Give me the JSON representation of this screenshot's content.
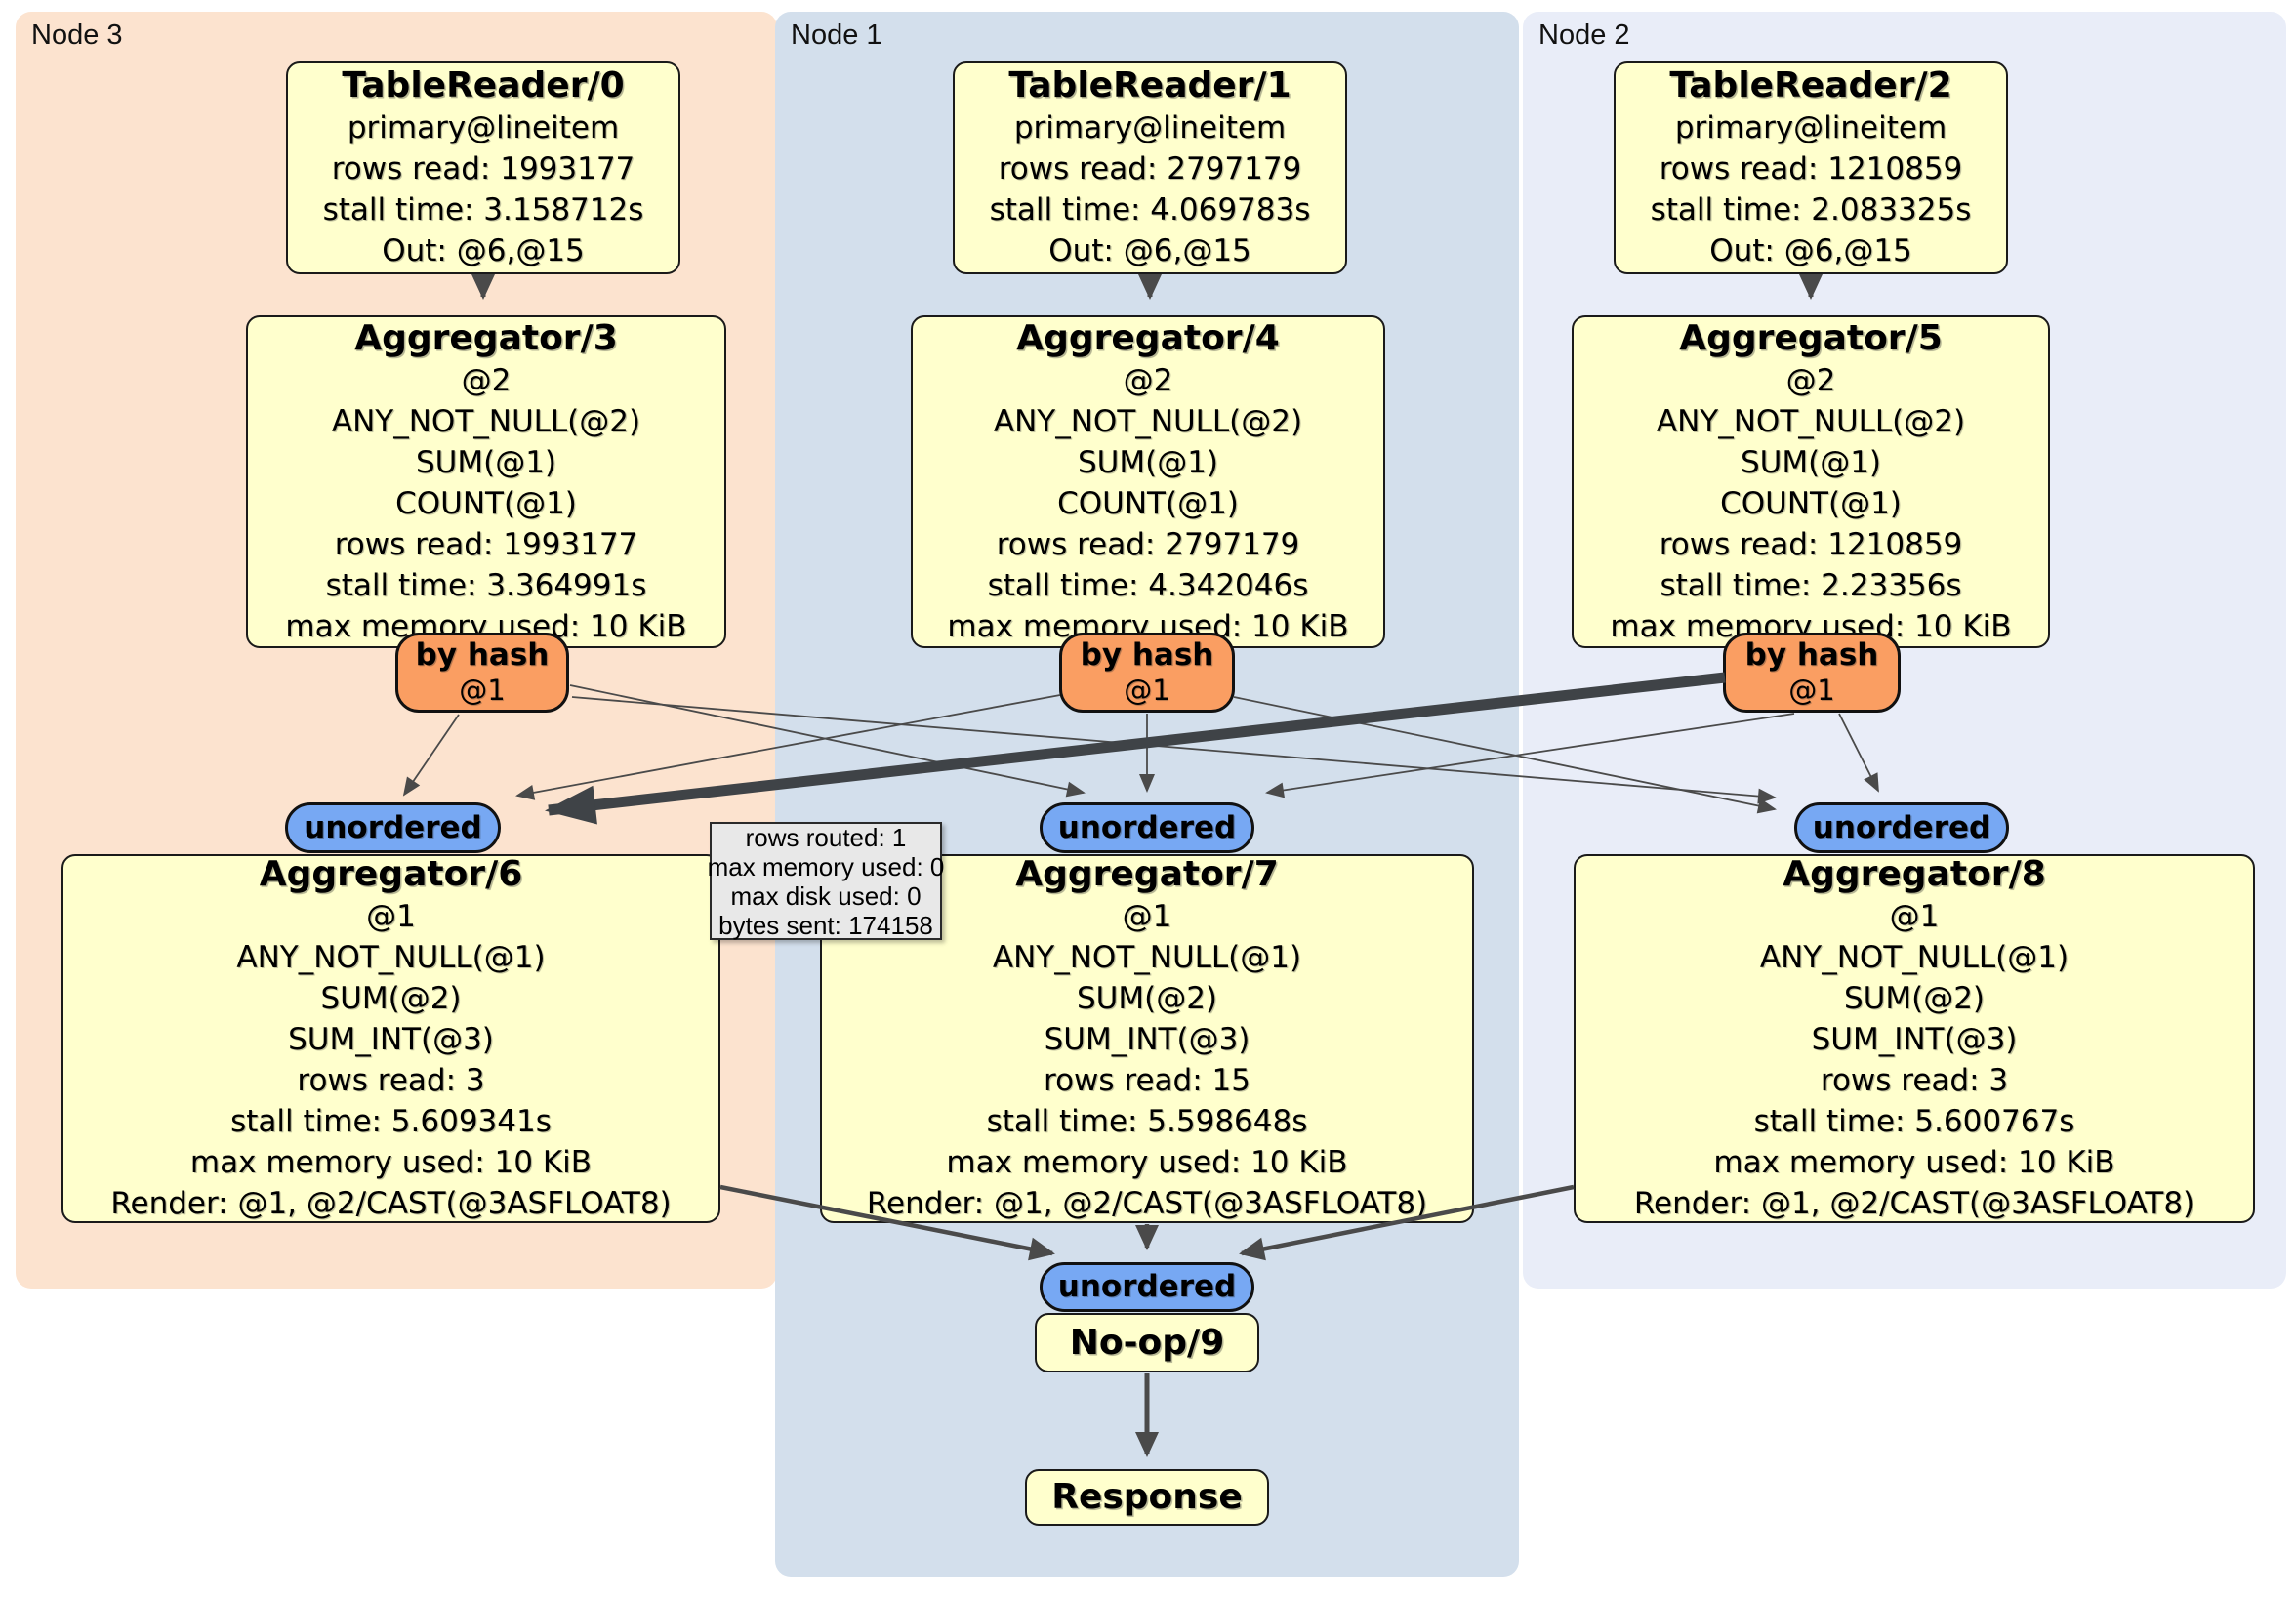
{
  "panels": [
    {
      "id": "node3",
      "label": "Node 3"
    },
    {
      "id": "node1",
      "label": "Node 1"
    },
    {
      "id": "node2",
      "label": "Node 2"
    }
  ],
  "processors": {
    "tr0": {
      "title": "TableReader/0",
      "lines": [
        "primary@lineitem",
        "rows read: 1993177",
        "stall time: 3.158712s",
        "Out: @6,@15"
      ]
    },
    "tr1": {
      "title": "TableReader/1",
      "lines": [
        "primary@lineitem",
        "rows read: 2797179",
        "stall time: 4.069783s",
        "Out: @6,@15"
      ]
    },
    "tr2": {
      "title": "TableReader/2",
      "lines": [
        "primary@lineitem",
        "rows read: 1210859",
        "stall time: 2.083325s",
        "Out: @6,@15"
      ]
    },
    "agg3": {
      "title": "Aggregator/3",
      "lines": [
        "@2",
        "ANY_NOT_NULL(@2)",
        "SUM(@1)",
        "COUNT(@1)",
        "rows read: 1993177",
        "stall time: 3.364991s",
        "max memory used: 10 KiB"
      ]
    },
    "agg4": {
      "title": "Aggregator/4",
      "lines": [
        "@2",
        "ANY_NOT_NULL(@2)",
        "SUM(@1)",
        "COUNT(@1)",
        "rows read: 2797179",
        "stall time: 4.342046s",
        "max memory used: 10 KiB"
      ]
    },
    "agg5": {
      "title": "Aggregator/5",
      "lines": [
        "@2",
        "ANY_NOT_NULL(@2)",
        "SUM(@1)",
        "COUNT(@1)",
        "rows read: 1210859",
        "stall time: 2.23356s",
        "max memory used: 10 KiB"
      ]
    },
    "agg6": {
      "title": "Aggregator/6",
      "lines": [
        "@1",
        "ANY_NOT_NULL(@1)",
        "SUM(@2)",
        "SUM_INT(@3)",
        "rows read: 3",
        "stall time: 5.609341s",
        "max memory used: 10 KiB",
        "Render: @1, @2/CAST(@3ASFLOAT8)"
      ]
    },
    "agg7": {
      "title": "Aggregator/7",
      "lines": [
        "@1",
        "ANY_NOT_NULL(@1)",
        "SUM(@2)",
        "SUM_INT(@3)",
        "rows read: 15",
        "stall time: 5.598648s",
        "max memory used: 10 KiB",
        "Render: @1, @2/CAST(@3ASFLOAT8)"
      ]
    },
    "agg8": {
      "title": "Aggregator/8",
      "lines": [
        "@1",
        "ANY_NOT_NULL(@1)",
        "SUM(@2)",
        "SUM_INT(@3)",
        "rows read: 3",
        "stall time: 5.600767s",
        "max memory used: 10 KiB",
        "Render: @1, @2/CAST(@3ASFLOAT8)"
      ]
    },
    "noop": {
      "title": "No-op/9"
    },
    "response": {
      "title": "Response"
    }
  },
  "routers": {
    "by_hash_label": "by hash",
    "by_hash_detail": "@1",
    "unordered_label": "unordered"
  },
  "tooltip": {
    "lines": [
      "rows routed: 1",
      "max memory used: 0",
      "max disk used: 0",
      "bytes sent: 174158"
    ]
  },
  "edges": [
    {
      "from": "TableReader/0",
      "to": "Aggregator/3",
      "style": "arrow"
    },
    {
      "from": "TableReader/1",
      "to": "Aggregator/4",
      "style": "arrow"
    },
    {
      "from": "TableReader/2",
      "to": "Aggregator/5",
      "style": "arrow"
    },
    {
      "from": "by hash (Node 3)",
      "to": "unordered (Node 3)",
      "style": "thin"
    },
    {
      "from": "by hash (Node 3)",
      "to": "unordered (Node 1)",
      "style": "thin"
    },
    {
      "from": "by hash (Node 3)",
      "to": "unordered (Node 2)",
      "style": "thin"
    },
    {
      "from": "by hash (Node 1)",
      "to": "unordered (Node 3)",
      "style": "thin"
    },
    {
      "from": "by hash (Node 1)",
      "to": "unordered (Node 1)",
      "style": "thin"
    },
    {
      "from": "by hash (Node 1)",
      "to": "unordered (Node 2)",
      "style": "thin"
    },
    {
      "from": "by hash (Node 2)",
      "to": "unordered (Node 3)",
      "style": "thick-highlighted"
    },
    {
      "from": "by hash (Node 2)",
      "to": "unordered (Node 1)",
      "style": "thin"
    },
    {
      "from": "by hash (Node 2)",
      "to": "unordered (Node 2)",
      "style": "thin"
    },
    {
      "from": "Aggregator/6",
      "to": "unordered (final)",
      "style": "arrow"
    },
    {
      "from": "Aggregator/7",
      "to": "unordered (final)",
      "style": "arrow"
    },
    {
      "from": "Aggregator/8",
      "to": "unordered (final)",
      "style": "arrow"
    },
    {
      "from": "No-op/9",
      "to": "Response",
      "style": "arrow"
    }
  ],
  "colors": {
    "node3_bg": "#fce3cf",
    "node1_bg": "#d3dfec",
    "node2_bg": "#e9edf8",
    "box_bg": "#ffffcd",
    "box_border": "#1a1a1a",
    "hash_router_bg": "#fa9e62",
    "unordered_bg": "#77a8f3",
    "tooltip_bg": "#e8e8e8",
    "edge": "#4a4a4a"
  }
}
